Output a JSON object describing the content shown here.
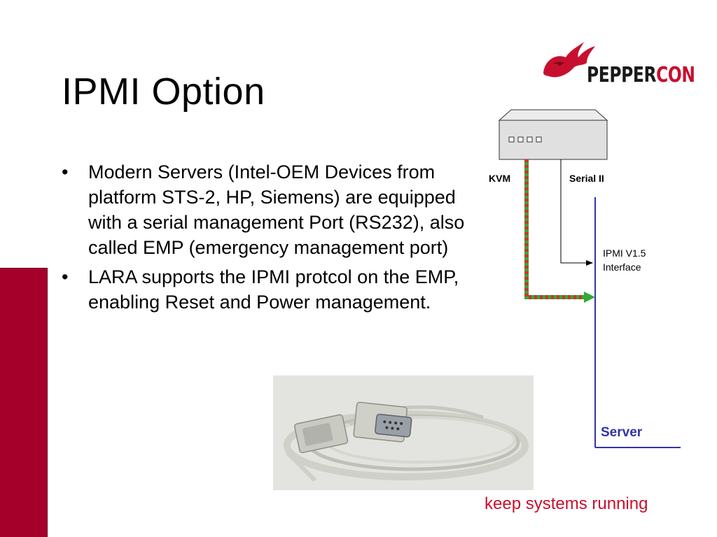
{
  "slide": {
    "title": "IPMI Option",
    "bullets": [
      "Modern Servers (Intel-OEM Devices from platform STS-2, HP, Siemens) are equipped with a serial management Port (RS232), also called EMP (emergency management port)",
      "LARA supports the IPMI protcol on the EMP, enabling Reset and Power management."
    ],
    "bullet_symbol": "•",
    "tagline": "keep systems running"
  },
  "logo": {
    "word_part1": "PEPPER",
    "word_part2": "CON",
    "colors": {
      "flame": "#c8102e",
      "text_dark": "#1a1a1a",
      "text_accent": "#c8102e"
    }
  },
  "diagram": {
    "labels": {
      "kvm": "KVM",
      "serial": "Serial II",
      "ipmi_line1": "IPMI V1.5",
      "ipmi_line2": "Interface",
      "server": "Server"
    },
    "device_ports": 4,
    "colors": {
      "server_line": "#3333aa",
      "kvm_cable_green": "#33aa33",
      "kvm_cable_red": "#cc3333",
      "server_label": "#3333aa"
    }
  },
  "theme": {
    "accent_bar": "#a5002a",
    "tagline_color": "#c8102e"
  }
}
